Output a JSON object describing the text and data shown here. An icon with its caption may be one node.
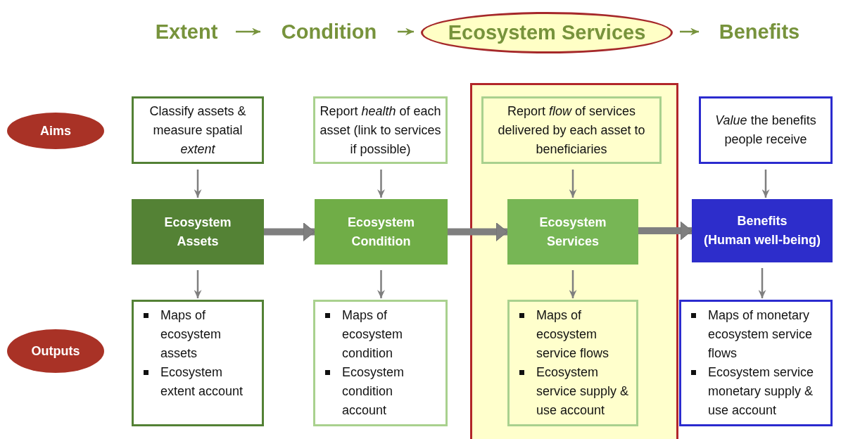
{
  "diagram": {
    "nodes": [
      {
        "text": [
          "Extent"
        ]
      },
      {
        "text": [
          "Condition"
        ]
      },
      {
        "text": [
          "Ecosystem Services"
        ]
      },
      {
        "text": [
          "Benefits"
        ]
      },
      {
        "text": [
          "Aims"
        ]
      },
      {
        "text": [],
        "shape": "box"
      },
      {
        "text": [
          "Classify assets & measure spatial *extent*"
        ]
      },
      {
        "text": [
          "Report *health* of each asset (link to services if possible)"
        ]
      },
      {
        "text": [
          "Report *flow* of services delivered by each asset to beneficiaries"
        ],
        "in": 5
      },
      {
        "text": [
          "*Value* the benefits people receive"
        ]
      },
      {
        "text": [
          "Ecosystem Assets"
        ]
      },
      {
        "text": [
          "Ecosystem Condition"
        ]
      },
      {
        "text": [
          "Ecosystem Services"
        ],
        "in": 5
      },
      {
        "text": [
          "Benefits",
          "(Human well-being)"
        ]
      },
      {
        "text": [
          "Outputs"
        ]
      },
      {
        "text": [
          "Maps of ecosystem assets",
          "Ecosystem extent account"
        ]
      },
      {
        "text": [
          "Maps of ecosystem condition",
          "Ecosystem condition account"
        ]
      },
      {
        "text": [
          "Maps of ecosystem service flows",
          "Ecosystem service supply & use account"
        ],
        "in": 5
      },
      {
        "text": [
          "Maps of monetary ecosystem service flows",
          "Ecosystem service monetary supply & use account"
        ]
      }
    ],
    "edges": [
      {
        "from": 0,
        "to": 1,
        "arrow": "to",
        "color": "#77933c"
      },
      {
        "from": 1,
        "to": 2,
        "arrow": "to",
        "color": "#77933c"
      },
      {
        "from": 2,
        "to": 3,
        "arrow": "to",
        "color": "#77933c"
      },
      {
        "from": 6,
        "to": 10,
        "arrow": "to"
      },
      {
        "from": 7,
        "to": 11,
        "arrow": "to"
      },
      {
        "from": 8,
        "to": 12,
        "arrow": "to"
      },
      {
        "from": 9,
        "to": 13,
        "arrow": "to"
      },
      {
        "from": 10,
        "to": 11,
        "arrow": "to",
        "style": "thick"
      },
      {
        "from": 11,
        "to": 12,
        "arrow": "to",
        "style": "thick"
      },
      {
        "from": 12,
        "to": 13,
        "arrow": "to",
        "style": "thick"
      },
      {
        "from": 10,
        "to": 15,
        "arrow": "to"
      },
      {
        "from": 11,
        "to": 16,
        "arrow": "to"
      },
      {
        "from": 12,
        "to": 17,
        "arrow": "to"
      },
      {
        "from": 13,
        "to": 18,
        "arrow": "to"
      }
    ]
  }
}
